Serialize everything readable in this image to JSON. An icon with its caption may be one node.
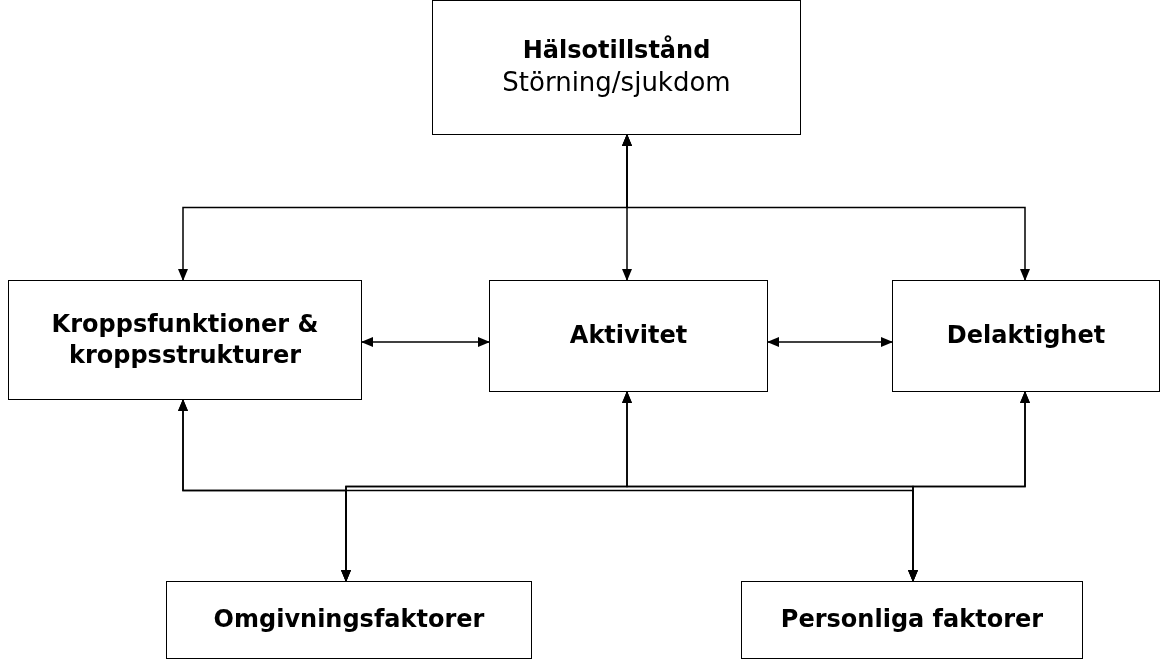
{
  "diagram": {
    "nodes": [
      {
        "text": [
          "Hälsotillstånd",
          "Störning/sjukdom"
        ]
      },
      {
        "text": [
          "Kroppsfunktioner & kroppsstrukturer"
        ]
      },
      {
        "text": [
          "Aktivitet"
        ]
      },
      {
        "text": [
          "Delaktighet"
        ]
      },
      {
        "text": [
          "Omgivningsfaktorer"
        ]
      },
      {
        "text": [
          "Personliga faktorer"
        ]
      }
    ],
    "edges": [
      {
        "from": 0,
        "to": 1,
        "arrow": "both"
      },
      {
        "from": 0,
        "to": 2,
        "arrow": "both"
      },
      {
        "from": 0,
        "to": 3,
        "arrow": "both"
      },
      {
        "from": 1,
        "to": 2,
        "arrow": "both"
      },
      {
        "from": 2,
        "to": 3,
        "arrow": "both"
      },
      {
        "from": 4,
        "to": 1,
        "arrow": "both"
      },
      {
        "from": 4,
        "to": 2,
        "arrow": "both"
      },
      {
        "from": 4,
        "to": 3,
        "arrow": "both"
      },
      {
        "from": 5,
        "to": 1,
        "arrow": "both"
      },
      {
        "from": 5,
        "to": 2,
        "arrow": "both"
      },
      {
        "from": 5,
        "to": 3,
        "arrow": "both"
      }
    ]
  }
}
